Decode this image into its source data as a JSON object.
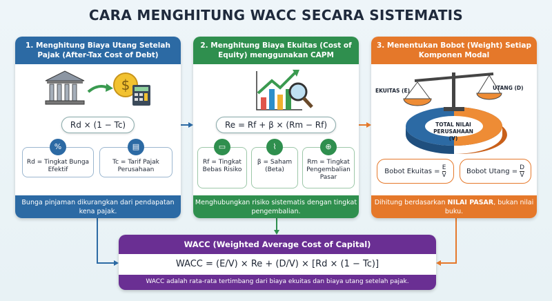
{
  "title": "CARA MENGHITUNG WACC SECARA SISTEMATIS",
  "panel1": {
    "title": "1. Menghitung Biaya Utang Setelah Pajak (After-Tax Cost of Debt)",
    "formula": "Rd × (1 − Tc)",
    "cards": [
      {
        "icon": "percent-dollar-icon",
        "text": "Rd = Tingkat Bunga Efektif"
      },
      {
        "icon": "tax-document-icon",
        "text": "Tc = Tarif Pajak Perusahaan"
      }
    ],
    "footer": "Bunga pinjaman dikurangkan dari pendapatan kena pajak.",
    "color": "#2c6aa4"
  },
  "panel2": {
    "title": "2. Menghitung Biaya Ekuitas (Cost of Equity) menggunakan CAPM",
    "formula": "Re = Rf + β × (Rm − Rf)",
    "cards": [
      {
        "icon": "certificate-icon",
        "text": "Rf = Tingkat Bebas Risiko"
      },
      {
        "icon": "stock-chart-icon",
        "text": "β = Saham (Beta)"
      },
      {
        "icon": "globe-percent-icon",
        "text": "Rm = Tingkat Pengembalian Pasar"
      }
    ],
    "footer": "Menghubungkan risiko sistematis dengan tingkat pengembalian.",
    "color": "#2f8f4e"
  },
  "panel3": {
    "title": "3. Menentukan Bobot (Weight) Setiap Komponen Modal",
    "scale_left": "EKUITAS (E)",
    "scale_right": "UTANG (D)",
    "ring_label": "TOTAL NILAI PERUSAHAAN (V)",
    "weights": [
      {
        "label": "Bobot Ekuitas =",
        "num": "E",
        "den": "V"
      },
      {
        "label": "Bobot Utang =",
        "num": "D",
        "den": "V"
      }
    ],
    "footer_pre": "Dihitung berdasarkan ",
    "footer_bold": "NILAI PASAR",
    "footer_post": ", bukan nilai buku.",
    "color": "#e5782a"
  },
  "wacc": {
    "title": "WACC (Weighted Average Cost of Capital)",
    "formula": "WACC = (E/V) × Re + (D/V) × [Rd × (1 − Tc)]",
    "description": "WACC adalah rata-rata tertimbang dari biaya ekuitas dan biaya utang setelah pajak.",
    "color": "#6a2f93"
  }
}
